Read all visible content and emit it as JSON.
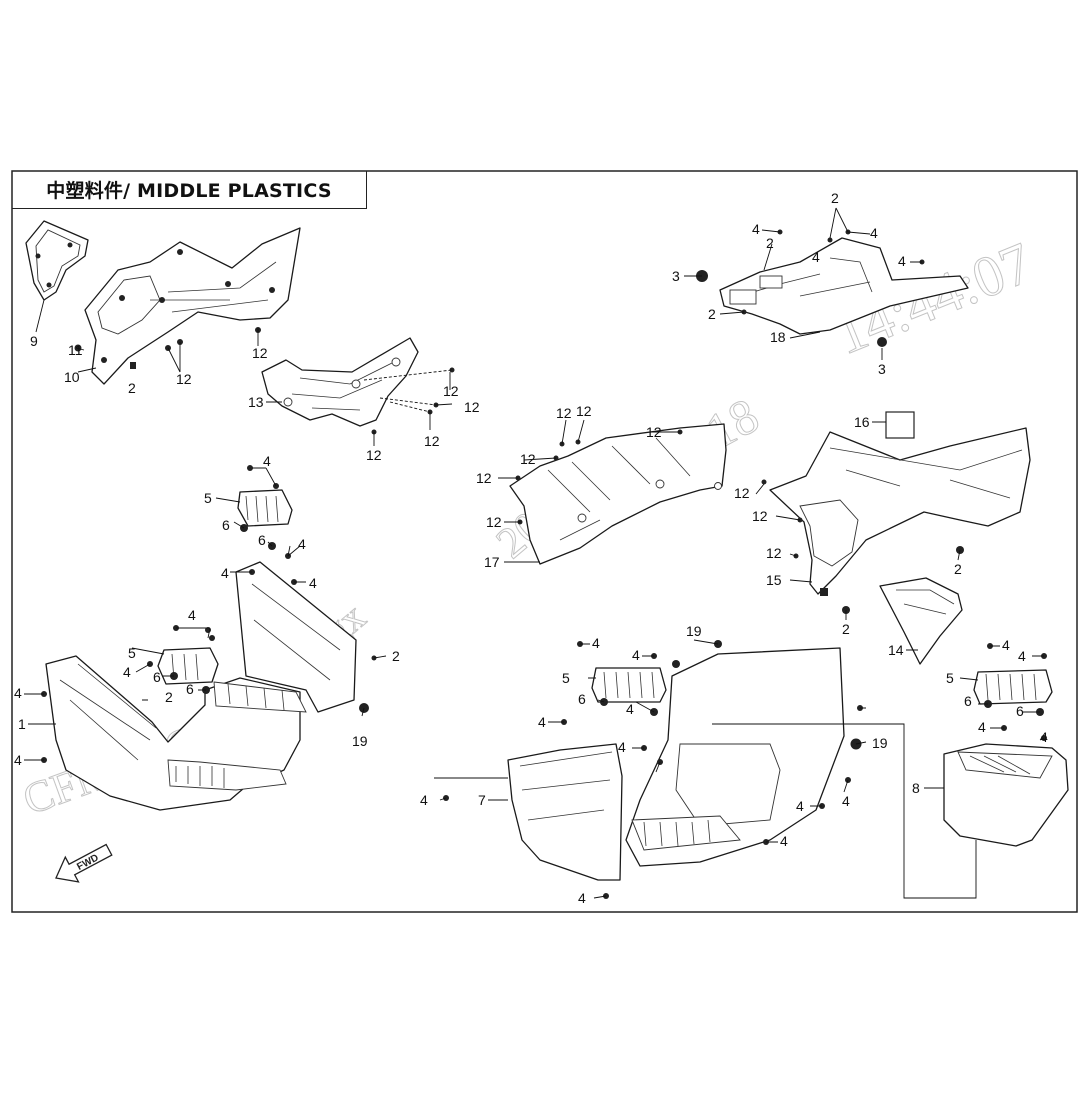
{
  "header": {
    "title": "中塑料件/ MIDDLE PLASTICS"
  },
  "watermark": {
    "text_top": "14:44:07",
    "text_mid": "18",
    "text_diag": "2023-",
    "text_left": "CFMOTO",
    "text_brand": "ngx"
  },
  "fwd_label": "FWD",
  "callouts": [
    {
      "id": "c9",
      "label": "9"
    },
    {
      "id": "c11",
      "label": "11"
    },
    {
      "id": "c10",
      "label": "10"
    },
    {
      "id": "c2a",
      "label": "2"
    },
    {
      "id": "c12a",
      "label": "12"
    },
    {
      "id": "c12b",
      "label": "12"
    },
    {
      "id": "c13",
      "label": "13"
    },
    {
      "id": "c12c",
      "label": "12"
    },
    {
      "id": "c12d",
      "label": "12"
    },
    {
      "id": "c12e",
      "label": "12"
    },
    {
      "id": "c12f",
      "label": "12"
    },
    {
      "id": "c4a",
      "label": "4"
    },
    {
      "id": "c5a",
      "label": "5"
    },
    {
      "id": "c6a",
      "label": "6"
    },
    {
      "id": "c6b",
      "label": "6"
    },
    {
      "id": "c4b",
      "label": "4"
    },
    {
      "id": "c4c",
      "label": "4"
    },
    {
      "id": "c4d",
      "label": "4"
    },
    {
      "id": "c2b",
      "label": "2"
    },
    {
      "id": "c4e",
      "label": "4"
    },
    {
      "id": "c5b",
      "label": "5"
    },
    {
      "id": "c4f",
      "label": "4"
    },
    {
      "id": "c6c",
      "label": "6"
    },
    {
      "id": "c2c",
      "label": "2"
    },
    {
      "id": "c6d",
      "label": "6"
    },
    {
      "id": "c4g",
      "label": "4"
    },
    {
      "id": "c1",
      "label": "1"
    },
    {
      "id": "c4h",
      "label": "4"
    },
    {
      "id": "c19a",
      "label": "19"
    },
    {
      "id": "c2d",
      "label": "2"
    },
    {
      "id": "c4i",
      "label": "4"
    },
    {
      "id": "c2e",
      "label": "2"
    },
    {
      "id": "c4j",
      "label": "4"
    },
    {
      "id": "c4k",
      "label": "4"
    },
    {
      "id": "c4l",
      "label": "4"
    },
    {
      "id": "c3a",
      "label": "3"
    },
    {
      "id": "c2f",
      "label": "2"
    },
    {
      "id": "c18",
      "label": "18"
    },
    {
      "id": "c3b",
      "label": "3"
    },
    {
      "id": "c12g",
      "label": "12"
    },
    {
      "id": "c12h",
      "label": "12"
    },
    {
      "id": "c12i",
      "label": "12"
    },
    {
      "id": "c12j",
      "label": "12"
    },
    {
      "id": "c12k",
      "label": "12"
    },
    {
      "id": "c12l",
      "label": "12"
    },
    {
      "id": "c17",
      "label": "17"
    },
    {
      "id": "c16",
      "label": "16"
    },
    {
      "id": "c12m",
      "label": "12"
    },
    {
      "id": "c12n",
      "label": "12"
    },
    {
      "id": "c12o",
      "label": "12"
    },
    {
      "id": "c15",
      "label": "15"
    },
    {
      "id": "c2g",
      "label": "2"
    },
    {
      "id": "c2h",
      "label": "2"
    },
    {
      "id": "c14",
      "label": "14"
    },
    {
      "id": "c4m",
      "label": "4"
    },
    {
      "id": "c19b",
      "label": "19"
    },
    {
      "id": "c4n",
      "label": "4"
    },
    {
      "id": "c5c",
      "label": "5"
    },
    {
      "id": "c6e",
      "label": "6"
    },
    {
      "id": "c4o",
      "label": "4"
    },
    {
      "id": "c4p",
      "label": "4"
    },
    {
      "id": "c19c",
      "label": "19"
    },
    {
      "id": "c4q",
      "label": "4"
    },
    {
      "id": "c7",
      "label": "7"
    },
    {
      "id": "c4r",
      "label": "4"
    },
    {
      "id": "c4s",
      "label": "4"
    },
    {
      "id": "c4t",
      "label": "4"
    },
    {
      "id": "c4u",
      "label": "4"
    },
    {
      "id": "c4v",
      "label": "4"
    },
    {
      "id": "c4w",
      "label": "4"
    },
    {
      "id": "c5d",
      "label": "5"
    },
    {
      "id": "c6f",
      "label": "6"
    },
    {
      "id": "c6g",
      "label": "6"
    },
    {
      "id": "c4x",
      "label": "4"
    },
    {
      "id": "c4y",
      "label": "4"
    },
    {
      "id": "c8",
      "label": "8"
    }
  ]
}
